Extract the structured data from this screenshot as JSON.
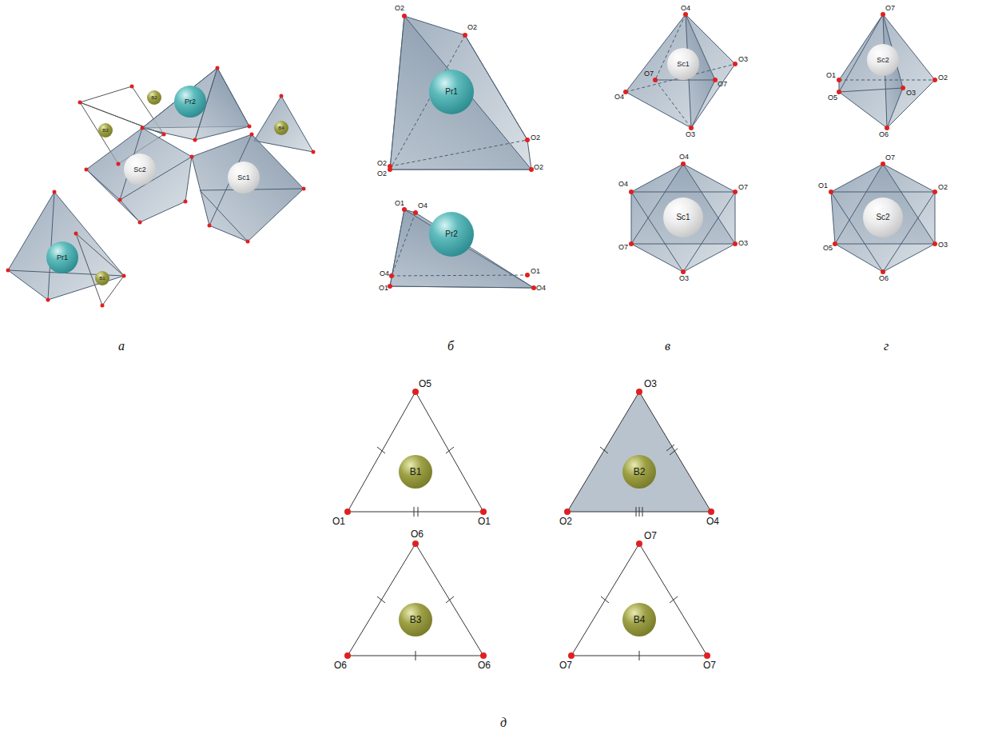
{
  "diagram": {
    "nodes": [
      {
        "text": [
          "B3"
        ]
      },
      {
        "text": [
          "B2"
        ]
      },
      {
        "text": [
          "Pr2"
        ]
      },
      {
        "text": [
          "B4"
        ]
      },
      {
        "text": [
          "Sc2"
        ]
      },
      {
        "text": [
          "Sc1"
        ]
      },
      {
        "text": [
          "Pr1"
        ]
      },
      {
        "text": [
          "B1"
        ]
      },
      {
        "text": [
          "Pr1"
        ]
      },
      {
        "text": [
          "Pr2"
        ]
      },
      {
        "text": [
          "Sc1"
        ]
      },
      {
        "text": [
          "Sc1"
        ]
      },
      {
        "text": [
          "Sc2"
        ]
      },
      {
        "text": [
          "Sc2"
        ]
      },
      {
        "text": [
          "B1"
        ]
      },
      {
        "text": [
          "B2"
        ]
      },
      {
        "text": [
          "B3"
        ]
      },
      {
        "text": [
          "B4"
        ]
      }
    ],
    "labels": [
      "O2",
      "O2",
      "O2",
      "O2",
      "O2",
      "O2",
      "O1",
      "O4",
      "O4",
      "O1",
      "O1",
      "O4",
      "O4",
      "O3",
      "O3",
      "O4",
      "O7",
      "O7",
      "O4",
      "O4",
      "O7",
      "O7",
      "O3",
      "O3",
      "O7",
      "O1",
      "O2",
      "O5",
      "O3",
      "O6",
      "O7",
      "O1",
      "O2",
      "O5",
      "O3",
      "O6",
      "O5",
      "O1",
      "O1",
      "O3",
      "O2",
      "O4",
      "O6",
      "O6",
      "O6",
      "O7",
      "O7",
      "O7",
      "а",
      "б",
      "в",
      "г",
      "д"
    ]
  }
}
